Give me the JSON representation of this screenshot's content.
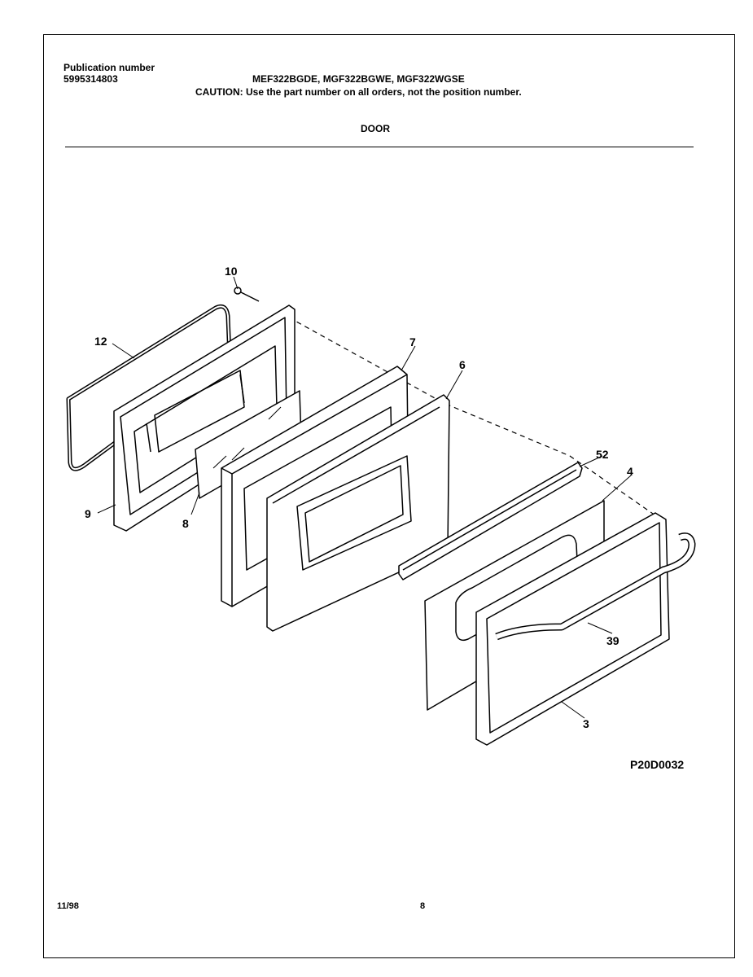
{
  "header": {
    "publication_label": "Publication number",
    "publication_number": "5995314803",
    "models": "MEF322BGDE, MGF322BGWE, MGF322WGSE",
    "caution": "CAUTION:  Use the part number on all orders, not the position number.",
    "section_title": "DOOR"
  },
  "diagram": {
    "figure_id": "P20D0032",
    "callouts": [
      "10",
      "12",
      "7",
      "6",
      "9",
      "8",
      "52",
      "4",
      "39",
      "3"
    ]
  },
  "footer": {
    "date": "11/98",
    "page_number": "8"
  }
}
